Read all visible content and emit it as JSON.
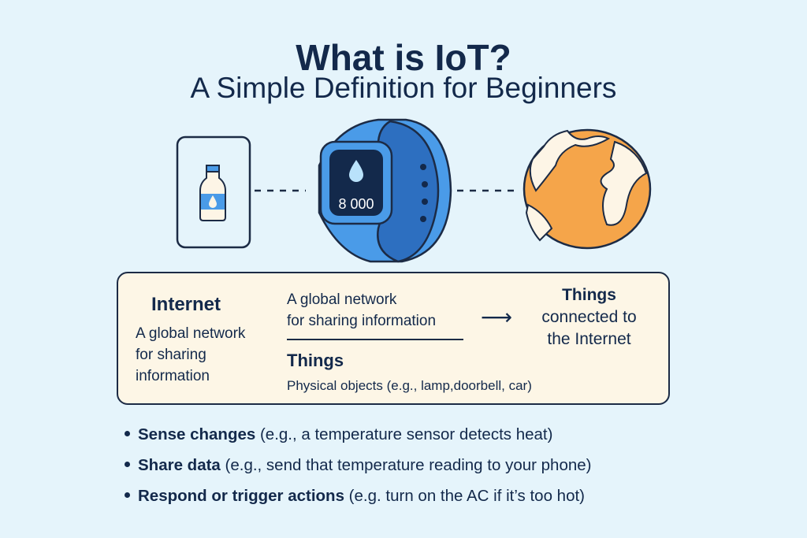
{
  "title": "What is IoT?",
  "subtitle": "A Simple Definition for Beginners",
  "illustration": {
    "icons": [
      "water-bottle-icon",
      "smartwatch-icon",
      "globe-icon"
    ],
    "watch_reading": "8 000",
    "colors": {
      "blue": "#4a9be8",
      "dark_blue": "#2d6fc0",
      "orange": "#f5a54a",
      "cream": "#fdf5e6",
      "navy": "#13294b"
    }
  },
  "definition": {
    "internet_heading": "Internet",
    "internet_desc_lines": [
      "A global network",
      "for sharing",
      "information"
    ],
    "middle_lines": [
      "A global network",
      "for sharing information"
    ],
    "things_heading": "Things",
    "things_desc": "Physical objects (e.g., lamp,doorbell, car)",
    "result_lines": [
      "Things",
      "connected to",
      "the Internet"
    ],
    "arrow": "⟶"
  },
  "bullets": [
    {
      "bold": "Sense changes",
      "rest": " (e.g., a temperature sensor detects heat)"
    },
    {
      "bold": "Share data",
      "rest": " (e.g., send that temperature reading to your phone)"
    },
    {
      "bold": "Respond or trigger actions",
      "rest": " (e.g. turn on the AC if it’s too hot)"
    }
  ]
}
